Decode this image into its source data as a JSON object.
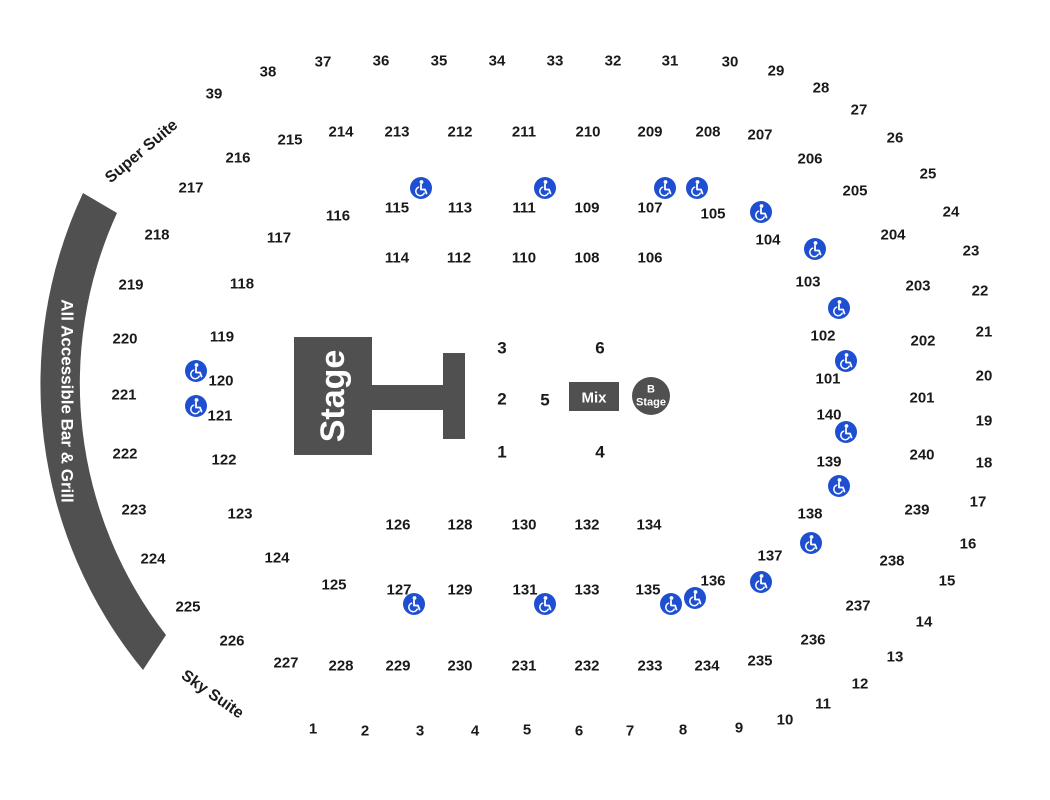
{
  "map": {
    "bar_label": "All Accessible Bar & Grill",
    "super_suite_label": "Super Suite",
    "sky_suite_label": "Sky Suite",
    "stage_label": "Stage",
    "mix_label": "Mix",
    "b_stage_label": "B Stage",
    "colors": {
      "structure": "#505050",
      "accessible": "#1f4fd1",
      "text": "#1a1a1a"
    },
    "icon": "wheelchair-icon"
  },
  "sections": {
    "suites": [
      "38",
      "37",
      "36",
      "35",
      "34",
      "33",
      "32",
      "31",
      "30",
      "29",
      "28",
      "27",
      "26",
      "25",
      "24",
      "23",
      "22",
      "21",
      "20",
      "19",
      "18",
      "17",
      "16",
      "15",
      "14",
      "13",
      "12",
      "11",
      "10",
      "9",
      "8",
      "7",
      "6",
      "5",
      "4",
      "3",
      "2",
      "1",
      "39"
    ],
    "upper": [
      "215",
      "214",
      "213",
      "212",
      "211",
      "210",
      "209",
      "208",
      "207",
      "206",
      "205",
      "204",
      "203",
      "202",
      "201",
      "240",
      "239",
      "238",
      "237",
      "236",
      "235",
      "234",
      "233",
      "232",
      "231",
      "230",
      "229",
      "228",
      "227",
      "226",
      "225",
      "224",
      "223",
      "222",
      "221",
      "220",
      "219",
      "218",
      "217",
      "216"
    ],
    "lower": [
      "116",
      "115",
      "113",
      "111",
      "109",
      "107",
      "105",
      "104",
      "103",
      "102",
      "101",
      "140",
      "139",
      "138",
      "137",
      "136",
      "135",
      "133",
      "131",
      "129",
      "127",
      "125",
      "124",
      "123",
      "122",
      "121",
      "120",
      "119",
      "118",
      "117",
      "114",
      "112",
      "110",
      "108",
      "106",
      "126",
      "128",
      "130",
      "132",
      "134"
    ],
    "floor": [
      "3",
      "2",
      "1",
      "5",
      "6",
      "4"
    ]
  }
}
